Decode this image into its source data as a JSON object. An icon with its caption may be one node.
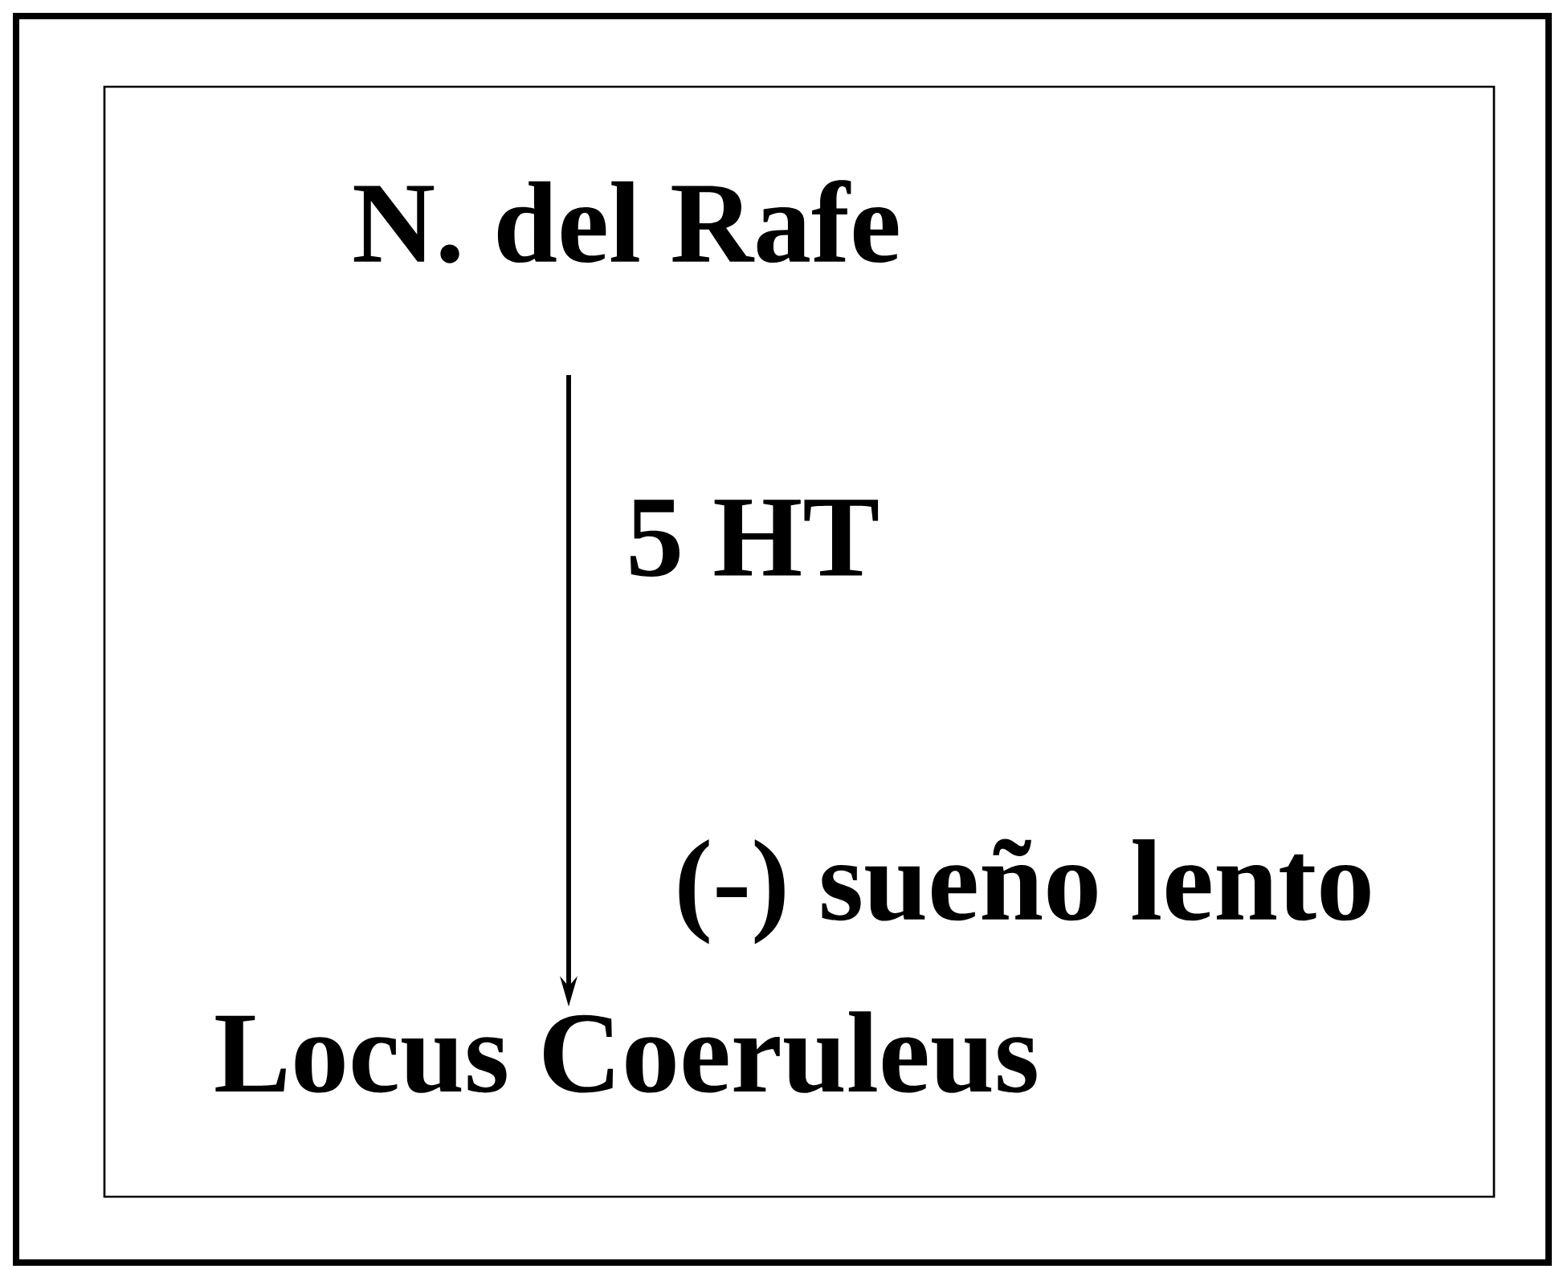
{
  "diagram": {
    "nodes": [
      {
        "text": [
          "N. del Rafe"
        ]
      },
      {
        "text": [
          "Locus Coeruleus"
        ]
      }
    ],
    "edges": [
      {
        "from": 0,
        "to": 1,
        "arrow": "to",
        "label": "5 HT"
      }
    ],
    "labels": [
      "(-) sueño lento"
    ]
  }
}
